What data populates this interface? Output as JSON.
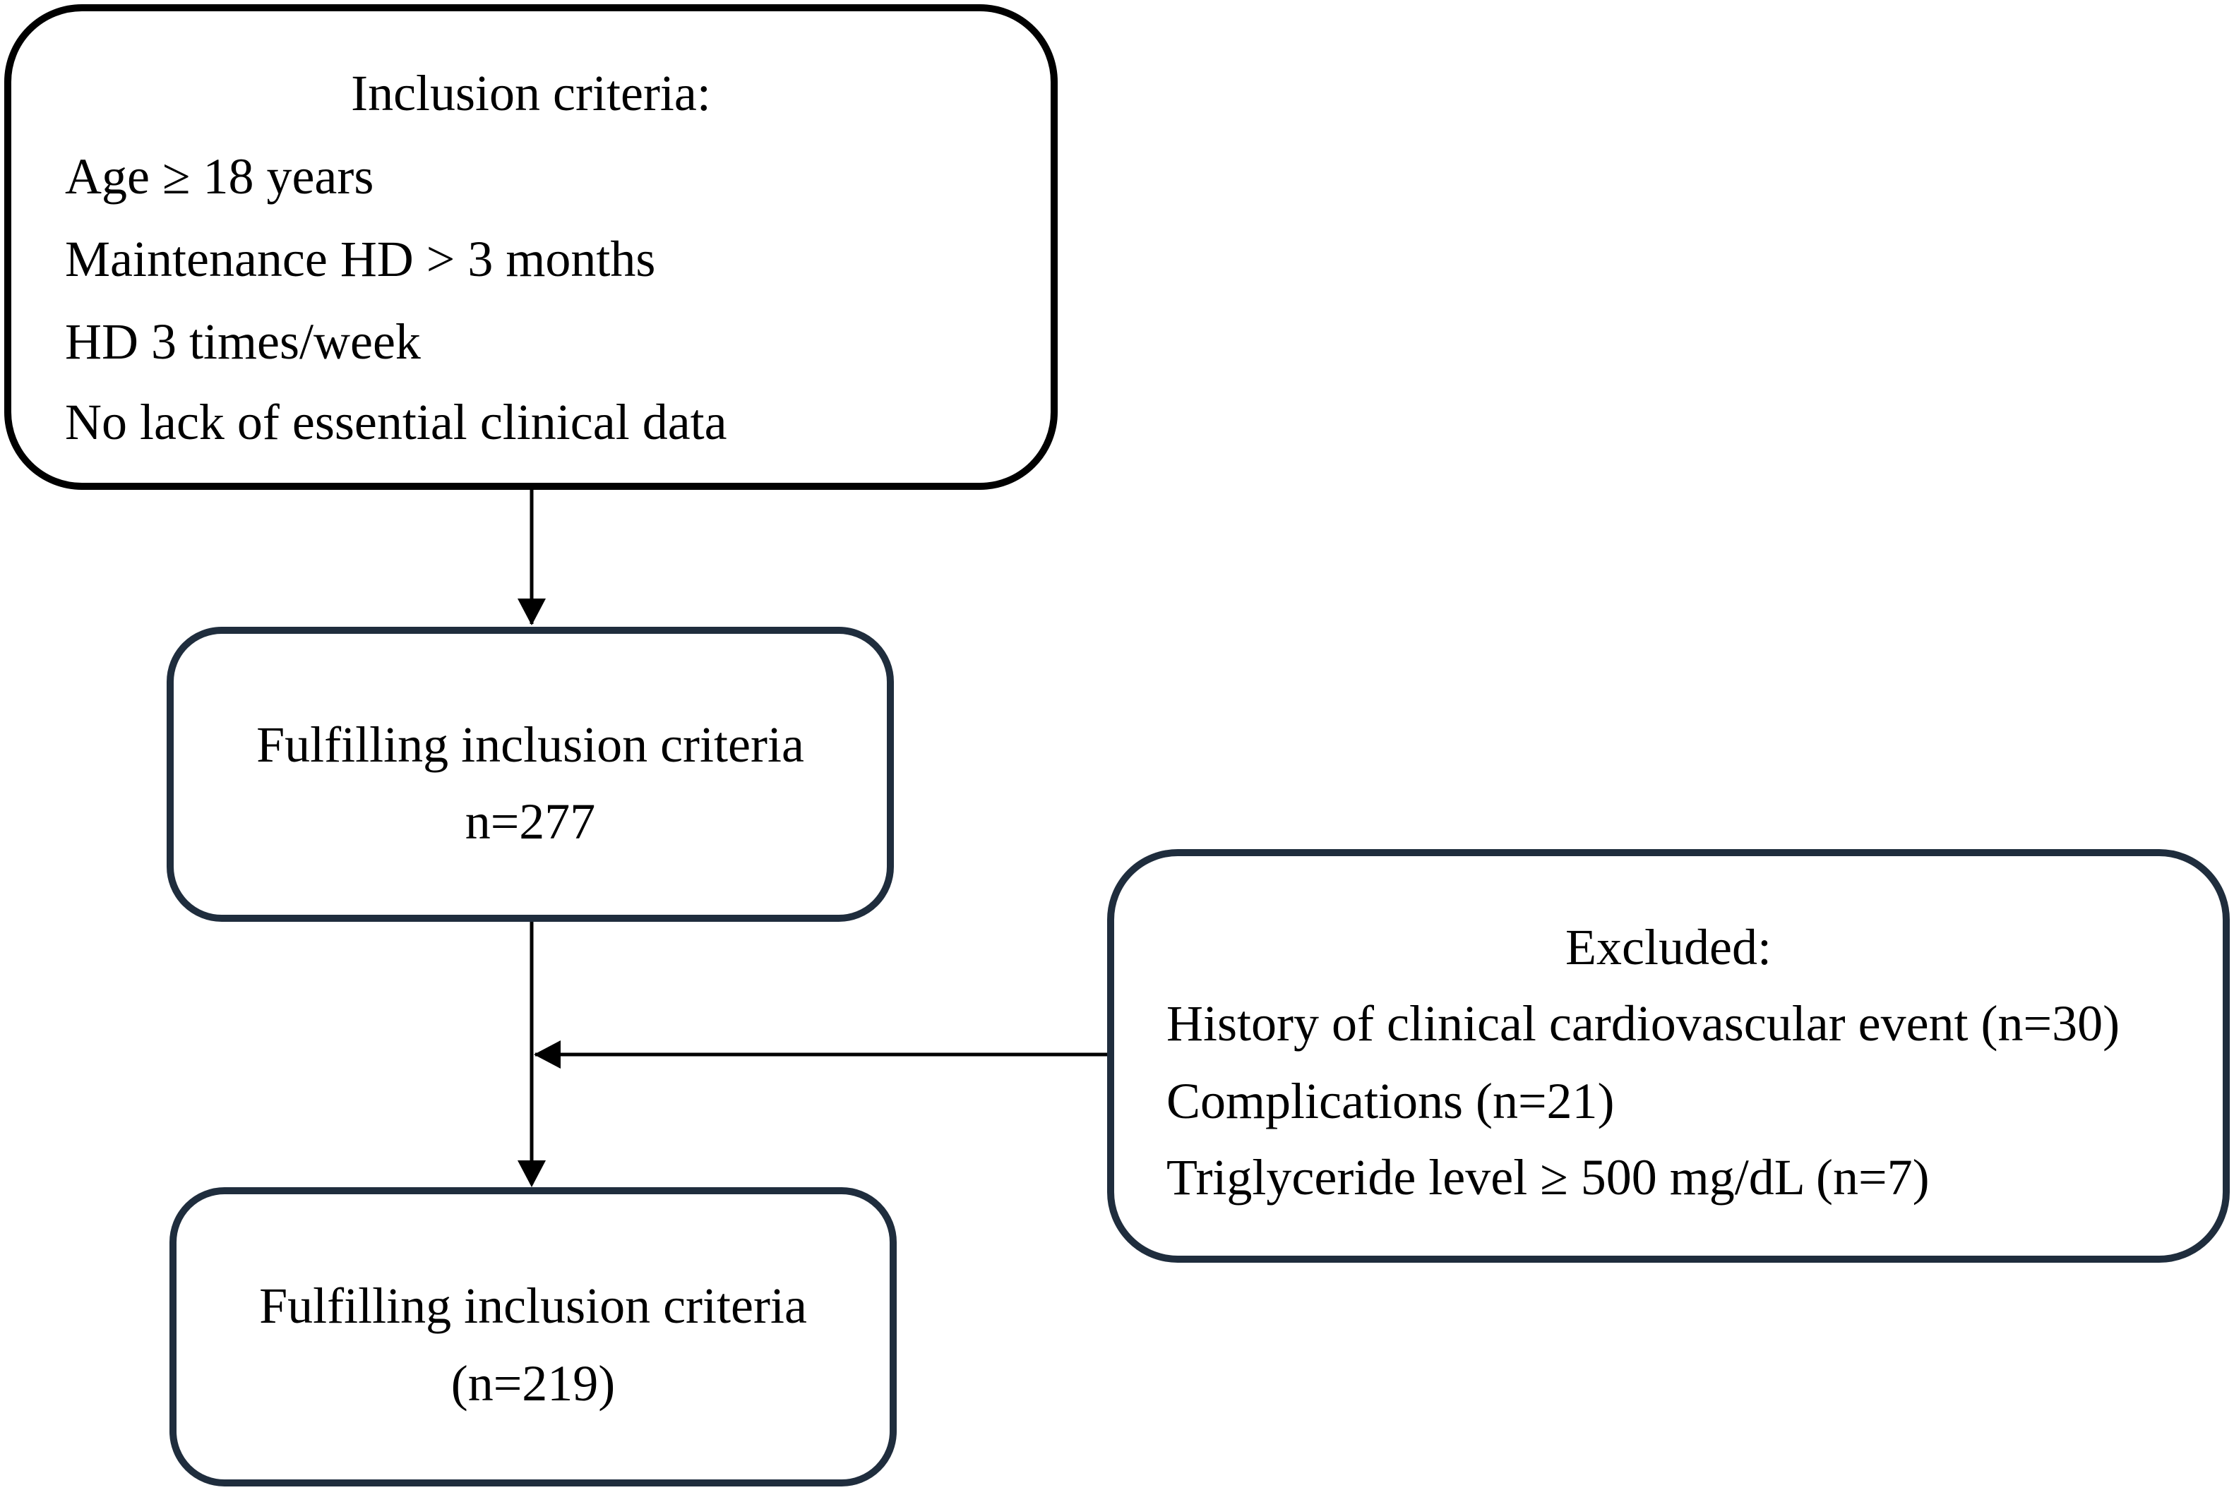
{
  "inclusion_box": {
    "title": "Inclusion criteria:",
    "items": [
      "Age ≥ 18 years",
      "Maintenance HD > 3 months",
      "HD 3 times/week",
      "No lack of essential clinical data"
    ]
  },
  "fulfilling_box_1": {
    "line1": "Fulfilling inclusion criteria",
    "line2": "n=277"
  },
  "excluded_box": {
    "title": "Excluded:",
    "items": [
      "History of clinical cardiovascular event (n=30)",
      "Complications (n=21)",
      "Triglyceride level ≥ 500 mg/dL (n=7)"
    ]
  },
  "fulfilling_box_2": {
    "line1": "Fulfilling inclusion criteria",
    "line2": "(n=219)"
  },
  "colors": {
    "inclusion_border": "#000000",
    "box_border": "#1f2d3d",
    "arrow": "#000000",
    "text": "#000000"
  }
}
